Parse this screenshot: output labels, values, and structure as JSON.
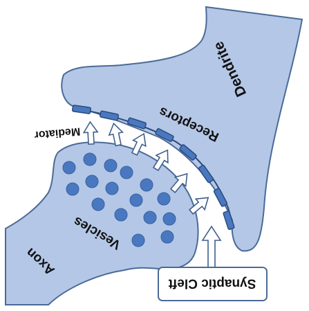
{
  "labels": {
    "dendrite": "Dendrite",
    "receptors": "Receptors",
    "mediator": "Mediator",
    "vesicles": "Vesicles",
    "axon": "Axon",
    "synaptic_cleft": "Synaptic Cleft"
  },
  "colors": {
    "tissue_fill": "#b4c7e7",
    "tissue_stroke": "#4a6a96",
    "vesicle_fill": "#4a78c0",
    "receptor_fill": "#4a78c0",
    "receptor_stroke": "#2a4a7c",
    "arrow_fill": "#ffffff",
    "arrow_stroke": "#3e5f8a"
  },
  "orientation": "image-rotated-180"
}
